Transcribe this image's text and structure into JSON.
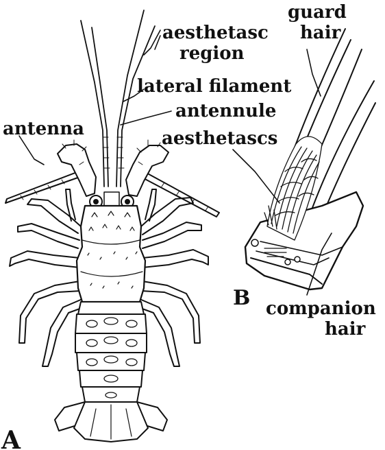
{
  "figure": {
    "panel_a_letter": "A",
    "panel_b_letter": "B",
    "labels_a": {
      "aesthetasc_region_line1": "aesthetasc",
      "aesthetasc_region_line2": "region",
      "lateral_filament": "lateral filament",
      "antennule": "antennule",
      "antenna": "antenna"
    },
    "labels_b": {
      "guard_hair_line1": "guard",
      "guard_hair_line2": "hair",
      "aesthetascs": "aesthetascs",
      "companion_hair_line1": "companion",
      "companion_hair_line2": "hair"
    }
  }
}
